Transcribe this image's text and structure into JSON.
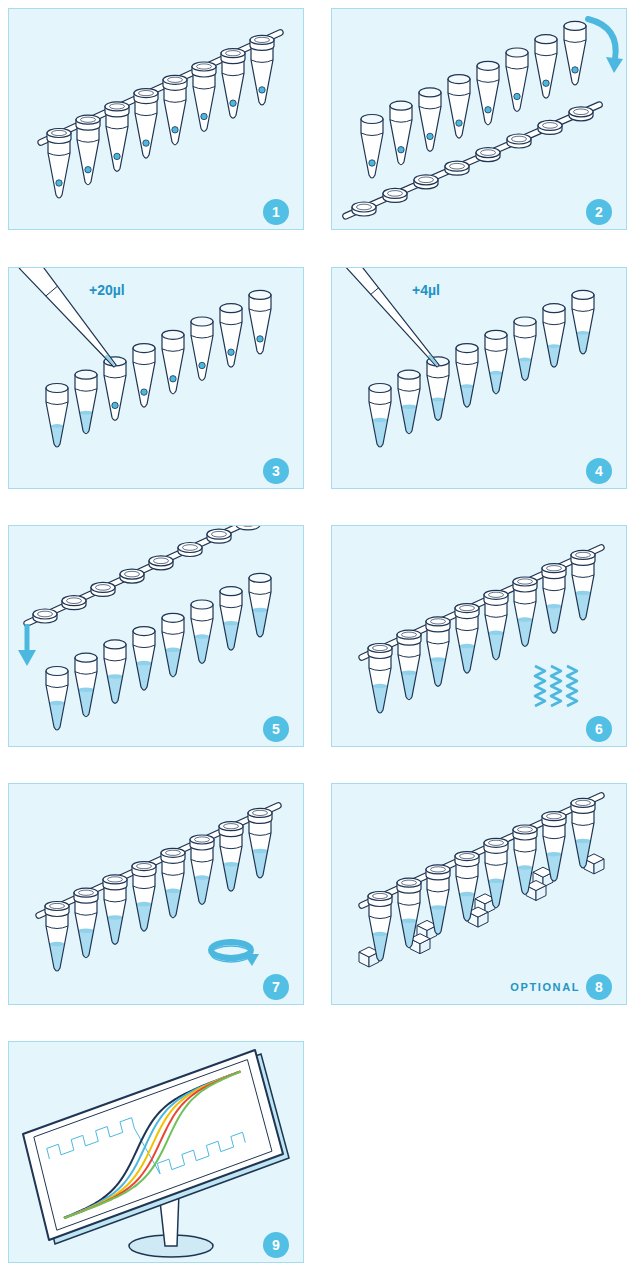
{
  "diagram": {
    "nodes": [
      {
        "text": [
          "1"
        ]
      },
      {
        "text": [
          "2"
        ]
      },
      {
        "text": [
          "+20µl",
          "3"
        ]
      },
      {
        "text": [
          "+4µl",
          "4"
        ]
      },
      {
        "text": [
          "5"
        ]
      },
      {
        "text": [
          "6"
        ]
      },
      {
        "text": [
          "7"
        ]
      },
      {
        "text": [
          "OPTIONAL",
          "8"
        ]
      },
      {
        "text": [
          "9"
        ]
      }
    ]
  }
}
